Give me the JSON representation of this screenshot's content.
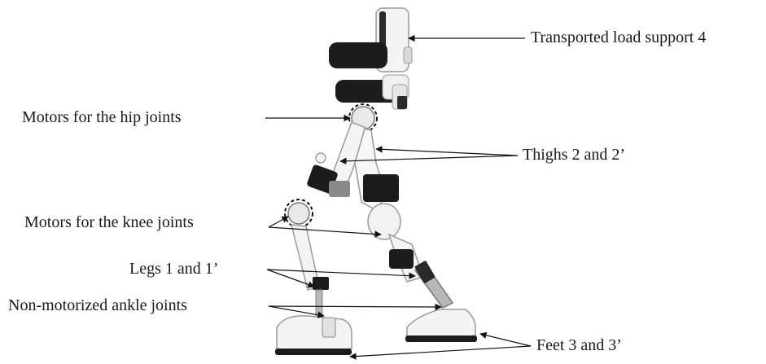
{
  "labels": {
    "transported_load_support": "Transported load support 4",
    "hip_motors": "Motors for the hip joints",
    "thighs": "Thighs 2 and 2’",
    "knee_motors": "Motors for the knee joints",
    "legs": "Legs 1 and 1’",
    "ankle_joints": "Non-motorized ankle joints",
    "feet": "Feet 3 and 3’"
  },
  "colors": {
    "frame_white": "#f4f4f4",
    "frame_outline": "#9a9a9a",
    "black_parts": "#1c1c1c",
    "metal": "#b8b8b8",
    "arrow": "#111111"
  }
}
